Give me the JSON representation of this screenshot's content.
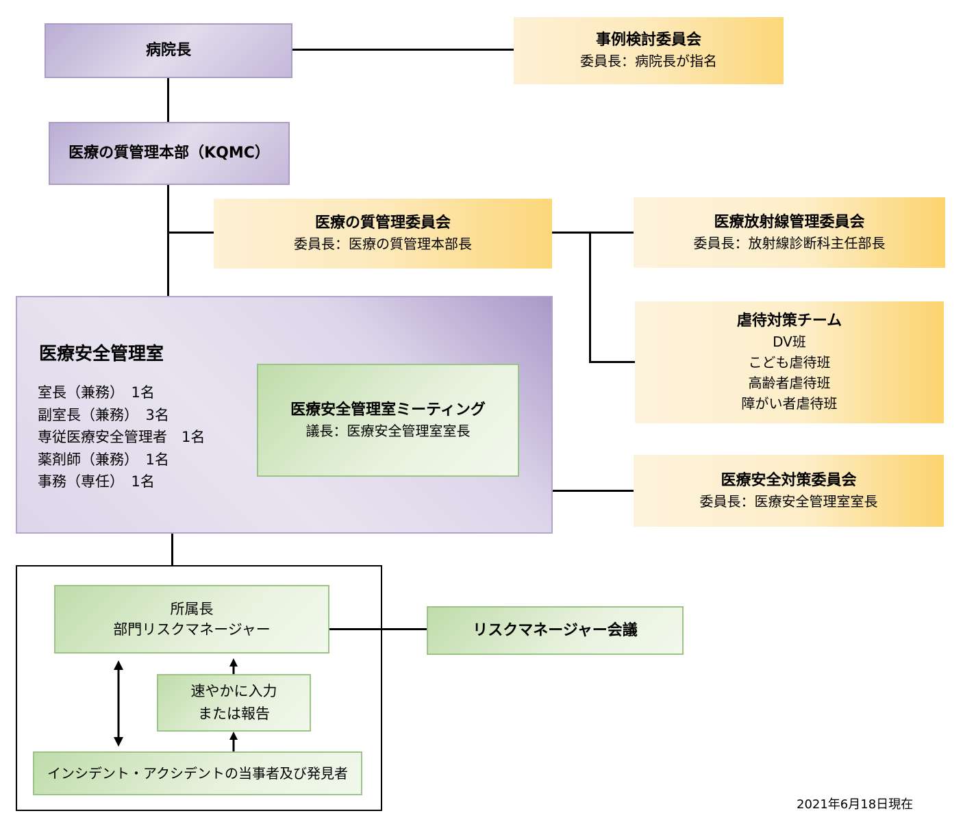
{
  "hospital_director": "病院長",
  "case_review": {
    "title": "事例検討委員会",
    "chair": "委員長：病院長が指名"
  },
  "kqmc": "医療の質管理本部（KQMC）",
  "quality_committee": {
    "title": "医療の質管理委員会",
    "chair": "委員長：医療の質管理本部長"
  },
  "radiation_committee": {
    "title": "医療放射線管理委員会",
    "chair": "委員長：放射線診断科主任部長"
  },
  "abuse_team": {
    "title": "虐待対策チーム",
    "items": [
      "DV班",
      "こども虐待班",
      "高齢者虐待班",
      "障がい者虐待班"
    ]
  },
  "safety_office": {
    "title": "医療安全管理室",
    "staff": [
      "室長（兼務）　1名",
      "副室長（兼務）　3名",
      "専従医療安全管理者　1名",
      "薬剤師（兼務）　1名",
      "事務（専任）　1名"
    ]
  },
  "office_meeting": {
    "title": "医療安全管理室ミーティング",
    "chair": "議長：医療安全管理室室長"
  },
  "safety_committee": {
    "title": "医療安全対策委員会",
    "chair": "委員長：医療安全管理室室長"
  },
  "dept_head": {
    "line1": "所属長",
    "line2": "部門リスクマネージャー"
  },
  "risk_meeting": "リスクマネージャー会議",
  "report": {
    "line1": "速やかに入力",
    "line2": "または報告"
  },
  "reporters": "インシデント・アクシデントの当事者及び発見者",
  "date_note": "2021年6月18日現在"
}
